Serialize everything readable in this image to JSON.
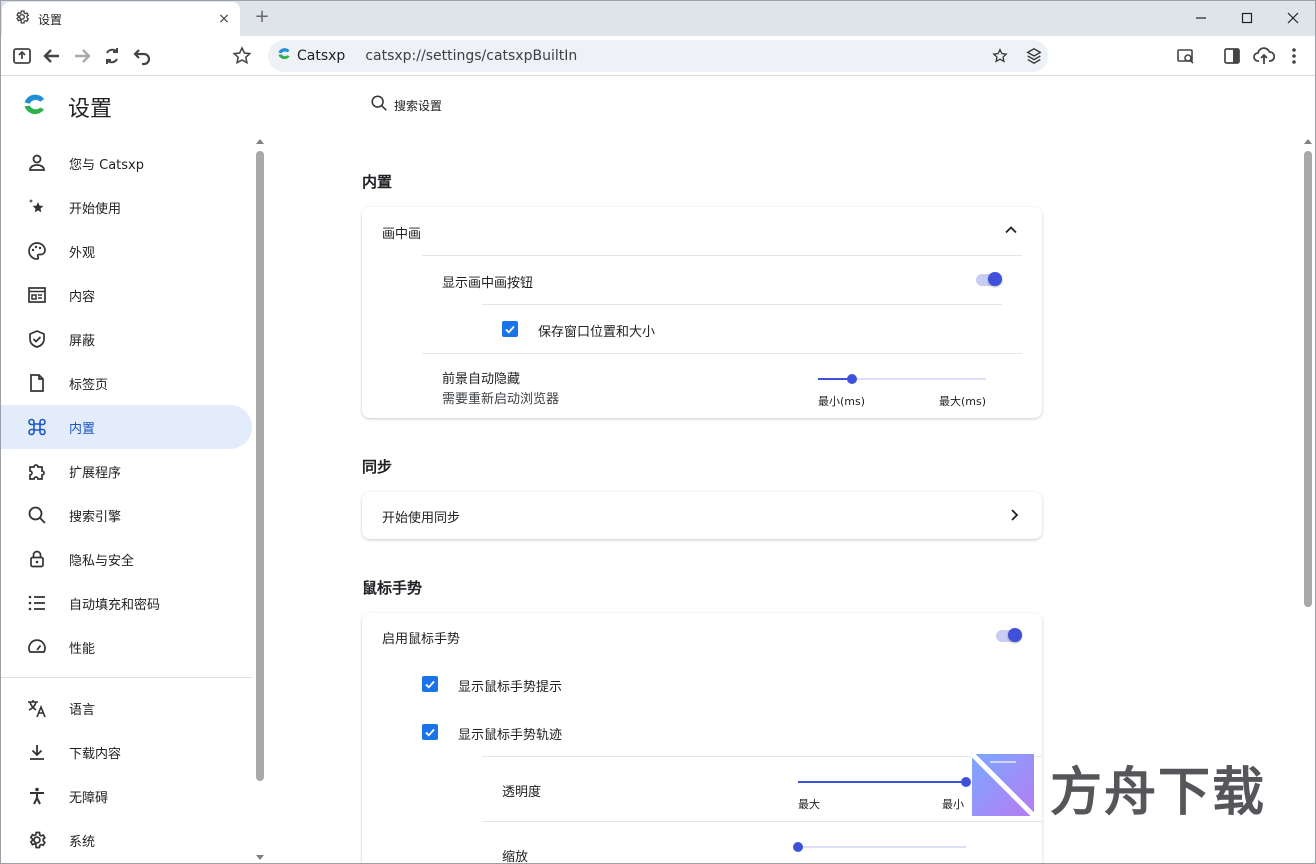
{
  "tab": {
    "title": "设置",
    "close": "×"
  },
  "new_tab": "+",
  "omnibox": {
    "site_name": "Catsxp",
    "url": "catsxp://settings/catsxpBuiltIn"
  },
  "sidebar": {
    "title": "设置",
    "items": [
      {
        "label": "您与 Catsxp",
        "icon": "person-icon"
      },
      {
        "label": "开始使用",
        "icon": "sparkle-icon"
      },
      {
        "label": "外观",
        "icon": "palette-icon"
      },
      {
        "label": "内容",
        "icon": "content-icon"
      },
      {
        "label": "屏蔽",
        "icon": "shield-icon"
      },
      {
        "label": "标签页",
        "icon": "page-icon"
      },
      {
        "label": "内置",
        "icon": "builtin-icon",
        "active": true
      },
      {
        "label": "扩展程序",
        "icon": "puzzle-icon"
      },
      {
        "label": "搜索引擎",
        "icon": "search-icon"
      },
      {
        "label": "隐私与安全",
        "icon": "lock-icon"
      },
      {
        "label": "自动填充和密码",
        "icon": "list-icon"
      },
      {
        "label": "性能",
        "icon": "gauge-icon"
      }
    ],
    "items2": [
      {
        "label": "语言",
        "icon": "translate-icon"
      },
      {
        "label": "下载内容",
        "icon": "download-icon"
      },
      {
        "label": "无障碍",
        "icon": "accessibility-icon"
      },
      {
        "label": "系统",
        "icon": "gear-icon"
      }
    ]
  },
  "search": {
    "placeholder": "搜索设置"
  },
  "sections": {
    "builtin": {
      "title": "内置",
      "pip_header": "画中画",
      "show_pip_button": "显示画中画按钮",
      "save_window": "保存窗口位置和大小",
      "auto_hide_title": "前景自动隐藏",
      "auto_hide_sub": "需要重新启动浏览器",
      "slider_min": "最小(ms)",
      "slider_max": "最大(ms)",
      "slider_value": 0.2
    },
    "sync": {
      "title": "同步",
      "start_sync": "开始使用同步"
    },
    "gesture": {
      "title": "鼠标手势",
      "enable": "启用鼠标手势",
      "show_tip": "显示鼠标手势提示",
      "show_trail": "显示鼠标手势轨迹",
      "opacity": "透明度",
      "opacity_min": "最大",
      "opacity_max": "最小",
      "opacity_value": 1.0,
      "zoom": "缩放",
      "zoom_value": 0.0
    }
  },
  "watermark": {
    "text": "方舟下载"
  },
  "colors": {
    "accent": "#3f51d8",
    "checkbox": "#1a73e8",
    "active_nav_bg": "#e3ecfa"
  }
}
